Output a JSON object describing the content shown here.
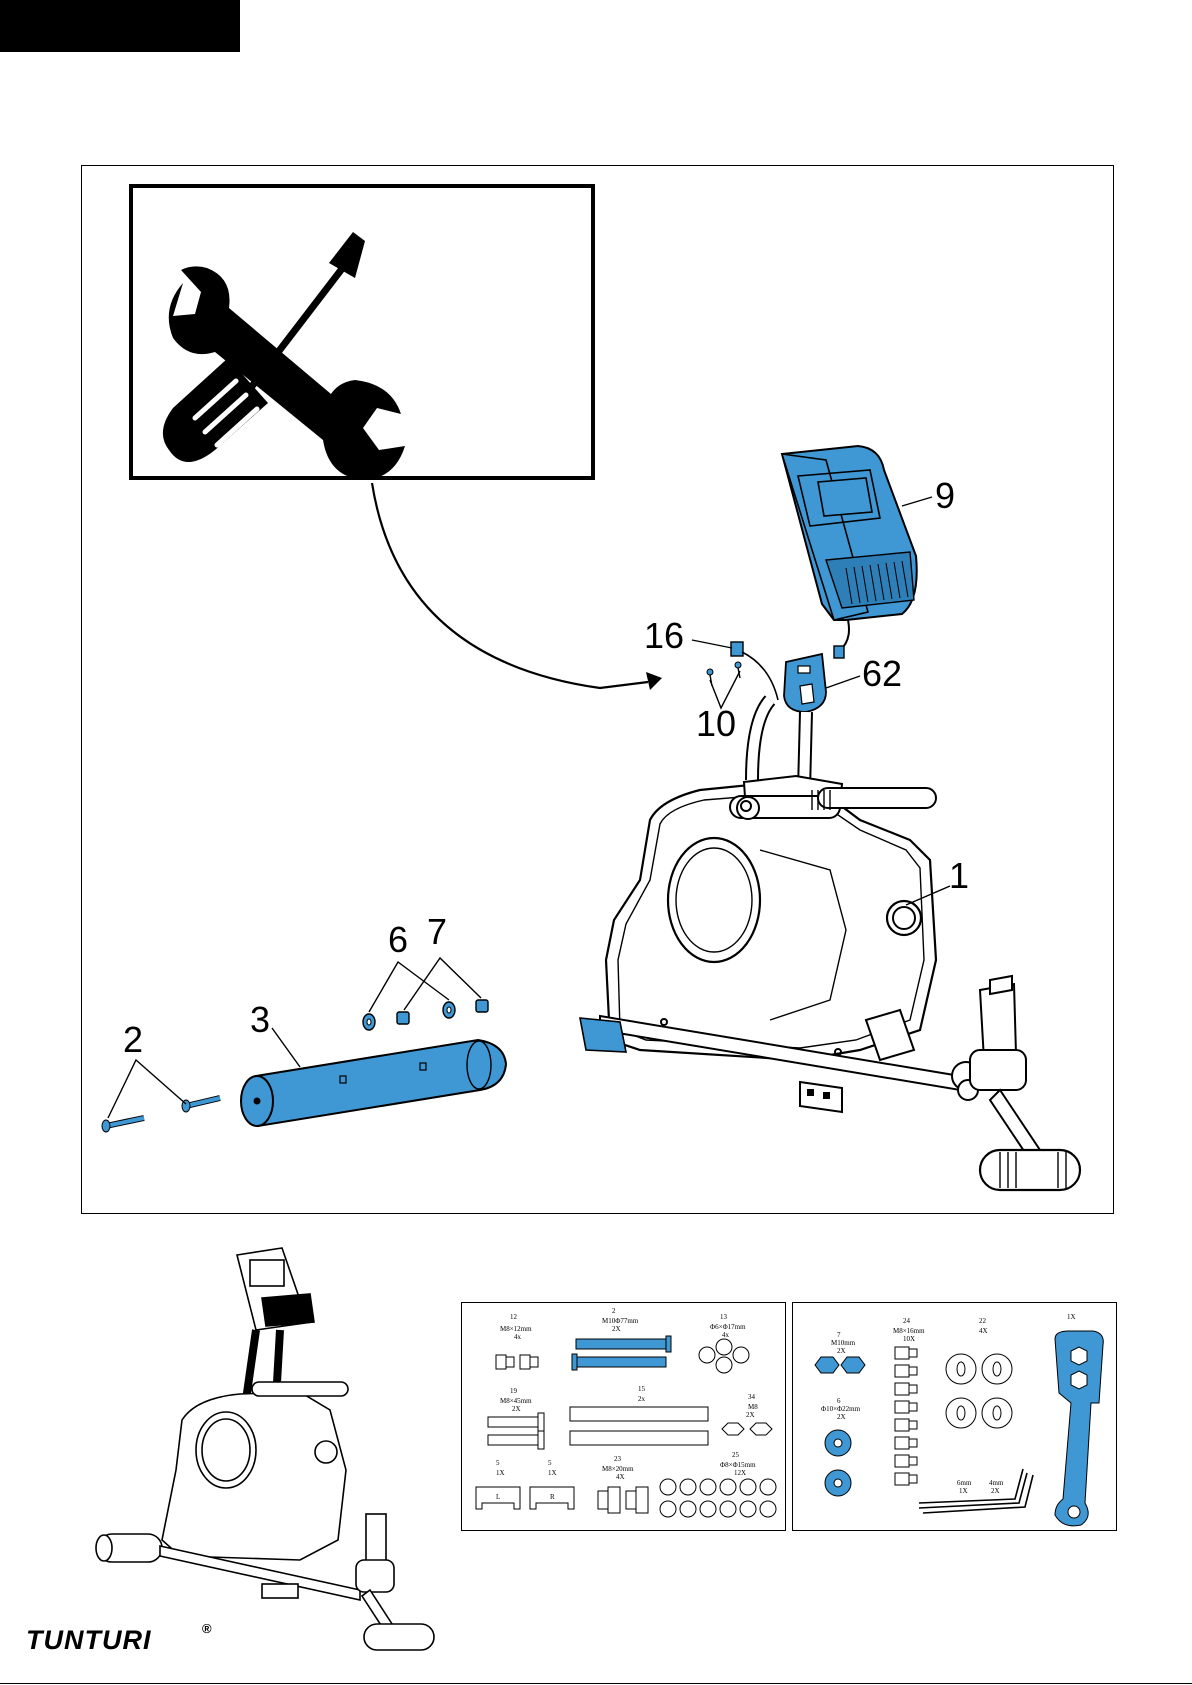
{
  "brand": {
    "name": "TUNTURI",
    "registered": "®"
  },
  "colors": {
    "accent": "#3f97d4",
    "accent_dark": "#1e5f96",
    "line": "#000000"
  },
  "icons": {
    "tools": "wrench-screwdriver-icon"
  },
  "callouts": {
    "c1": "1",
    "c2": "2",
    "c3": "3",
    "c6": "6",
    "c7": "7",
    "c9": "9",
    "c10": "10",
    "c16": "16",
    "c62": "62"
  },
  "hardware": {
    "h12": {
      "num": "12",
      "size": "M8×12mm",
      "qty": "4x"
    },
    "h2": {
      "num": "2",
      "size": "M10Φ77mm",
      "qty": "2X"
    },
    "h13": {
      "num": "13",
      "size": "Φ6×Φ17mm",
      "qty": "4x"
    },
    "h19": {
      "num": "19",
      "size": "M8×45mm",
      "qty": "2X"
    },
    "h15": {
      "num": "15",
      "qty": "2x"
    },
    "h34": {
      "num": "34",
      "size": "M8",
      "qty": "2X"
    },
    "h5a": {
      "num": "5",
      "qty": "1X",
      "label": "L"
    },
    "h5b": {
      "num": "5",
      "qty": "1X",
      "label": "R"
    },
    "h23": {
      "num": "23",
      "size": "M8×20mm",
      "qty": "4X"
    },
    "h25": {
      "num": "25",
      "size": "Φ8×Φ15mm",
      "qty": "12X"
    },
    "h7": {
      "num": "7",
      "size": "M10mm",
      "qty": "2X"
    },
    "h24": {
      "num": "24",
      "size": "M8×16mm",
      "qty": "10X"
    },
    "h22": {
      "num": "22",
      "qty": "4X"
    },
    "h6": {
      "num": "6",
      "size": "Φ10×Φ22mm",
      "qty": "2X"
    },
    "hwrench": {
      "qty": "1X"
    },
    "hallen": {
      "size_a": "6mm",
      "size_b": "4mm",
      "qty_a": "1X",
      "qty_b": "2X"
    }
  }
}
